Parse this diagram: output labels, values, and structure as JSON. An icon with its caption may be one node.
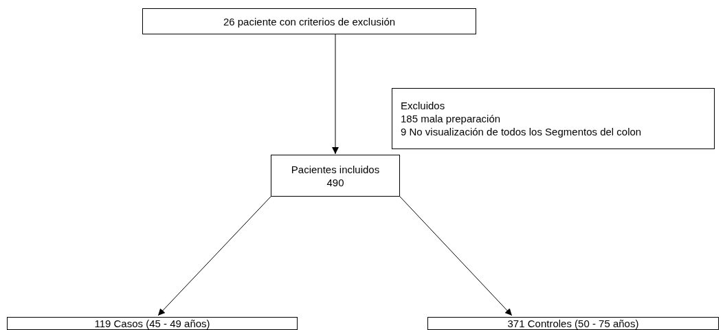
{
  "diagram": {
    "nodes": [
      {
        "text": [
          "26 paciente con criterios de exclusión"
        ]
      },
      {
        "text": [
          "Excluidos",
          "185 mala preparación",
          "9 No visualización de todos los Segmentos del colon"
        ]
      },
      {
        "text": [
          "Pacientes incluidos",
          "490"
        ]
      },
      {
        "text": [
          "119 Casos (45 - 49 años)"
        ]
      },
      {
        "text": [
          "371 Controles (50 - 75 años)"
        ]
      }
    ],
    "edges": [
      {
        "from": 0,
        "to": 2,
        "arrow": "to"
      },
      {
        "from": 2,
        "to": 3,
        "arrow": "to"
      },
      {
        "from": 2,
        "to": 4,
        "arrow": "to"
      }
    ]
  }
}
